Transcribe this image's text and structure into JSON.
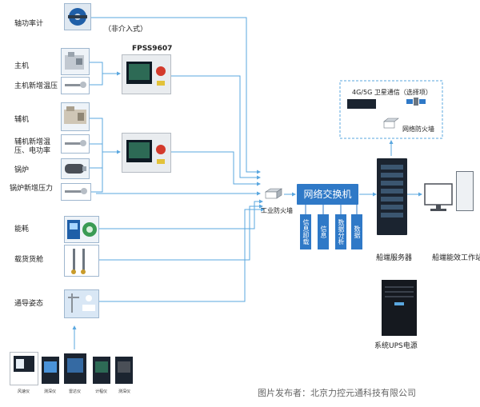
{
  "left_devices": {
    "shaft_power": "轴功率计",
    "main_engine": "主机",
    "main_pressure": "主机新增温压",
    "aux_engine": "辅机",
    "aux_pressure": "辅机新增温压、电功率",
    "boiler": "锅炉",
    "boiler_pressure": "锅炉新增压力",
    "energy": "能耗",
    "cargo": "载货货舱",
    "nav": "通导姿态"
  },
  "note": "（非介入式）",
  "controller_label": "FPSS9607",
  "firewall_label": "工业防火墙",
  "switch_label": "网络交换机",
  "switch_modules": [
    "信息卸载",
    "信息",
    "数据分析",
    "数据"
  ],
  "satellite_label": "4G/5G 卫星通信（选择项）",
  "net_firewall_label": "网络防火墙",
  "server_label": "船端服务器",
  "workstation_label": "船端能效工作站",
  "ups_label": "系统UPS电源",
  "instruments": [
    "风速仪",
    "测深仪",
    "雷达仪",
    "计程仪",
    "测深仪"
  ],
  "publisher": "图片发布者：北京力控元通科技有限公司",
  "colors": {
    "line": "#5aa7df",
    "accent": "#2f79c7",
    "dark": "#1b2430"
  }
}
